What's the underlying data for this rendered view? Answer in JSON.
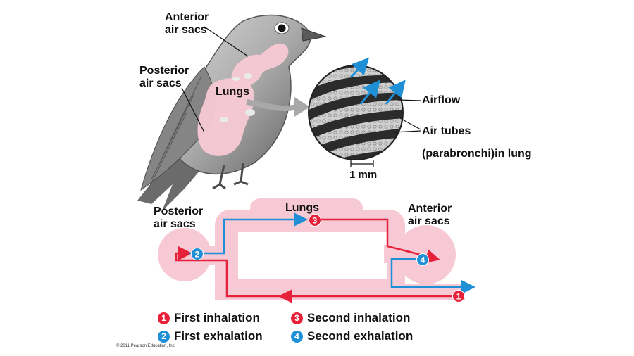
{
  "bird": {
    "anterior_label_1": "Anterior",
    "anterior_label_2": "air sacs",
    "posterior_label_1": "Posterior",
    "posterior_label_2": "air sacs",
    "lungs_label": "Lungs"
  },
  "magnified": {
    "airflow_label": "Airflow",
    "air_tubes_label": "Air tubes",
    "parabronchi_label": "(parabronchi)in lung",
    "scale_label": "1 mm"
  },
  "flow_diagram": {
    "posterior_label_1": "Posterior",
    "posterior_label_2": "air sacs",
    "lungs_label": "Lungs",
    "anterior_label_1": "Anterior",
    "anterior_label_2": "air sacs",
    "markers": [
      "1",
      "2",
      "3",
      "4"
    ]
  },
  "legend": {
    "items": [
      {
        "number": "1",
        "label": "First inhalation",
        "color": "#e8213a"
      },
      {
        "number": "2",
        "label": "First exhalation",
        "color": "#1f8fd6"
      },
      {
        "number": "3",
        "label": "Second inhalation",
        "color": "#e8213a"
      },
      {
        "number": "4",
        "label": "Second exhalation",
        "color": "#1f8fd6"
      }
    ]
  },
  "colors": {
    "inhalation": "#e8213a",
    "exhalation": "#1f8fd6",
    "air_sac_pink": "#f7c9d5"
  },
  "copyright": "© 2011 Pearson Education, Inc."
}
